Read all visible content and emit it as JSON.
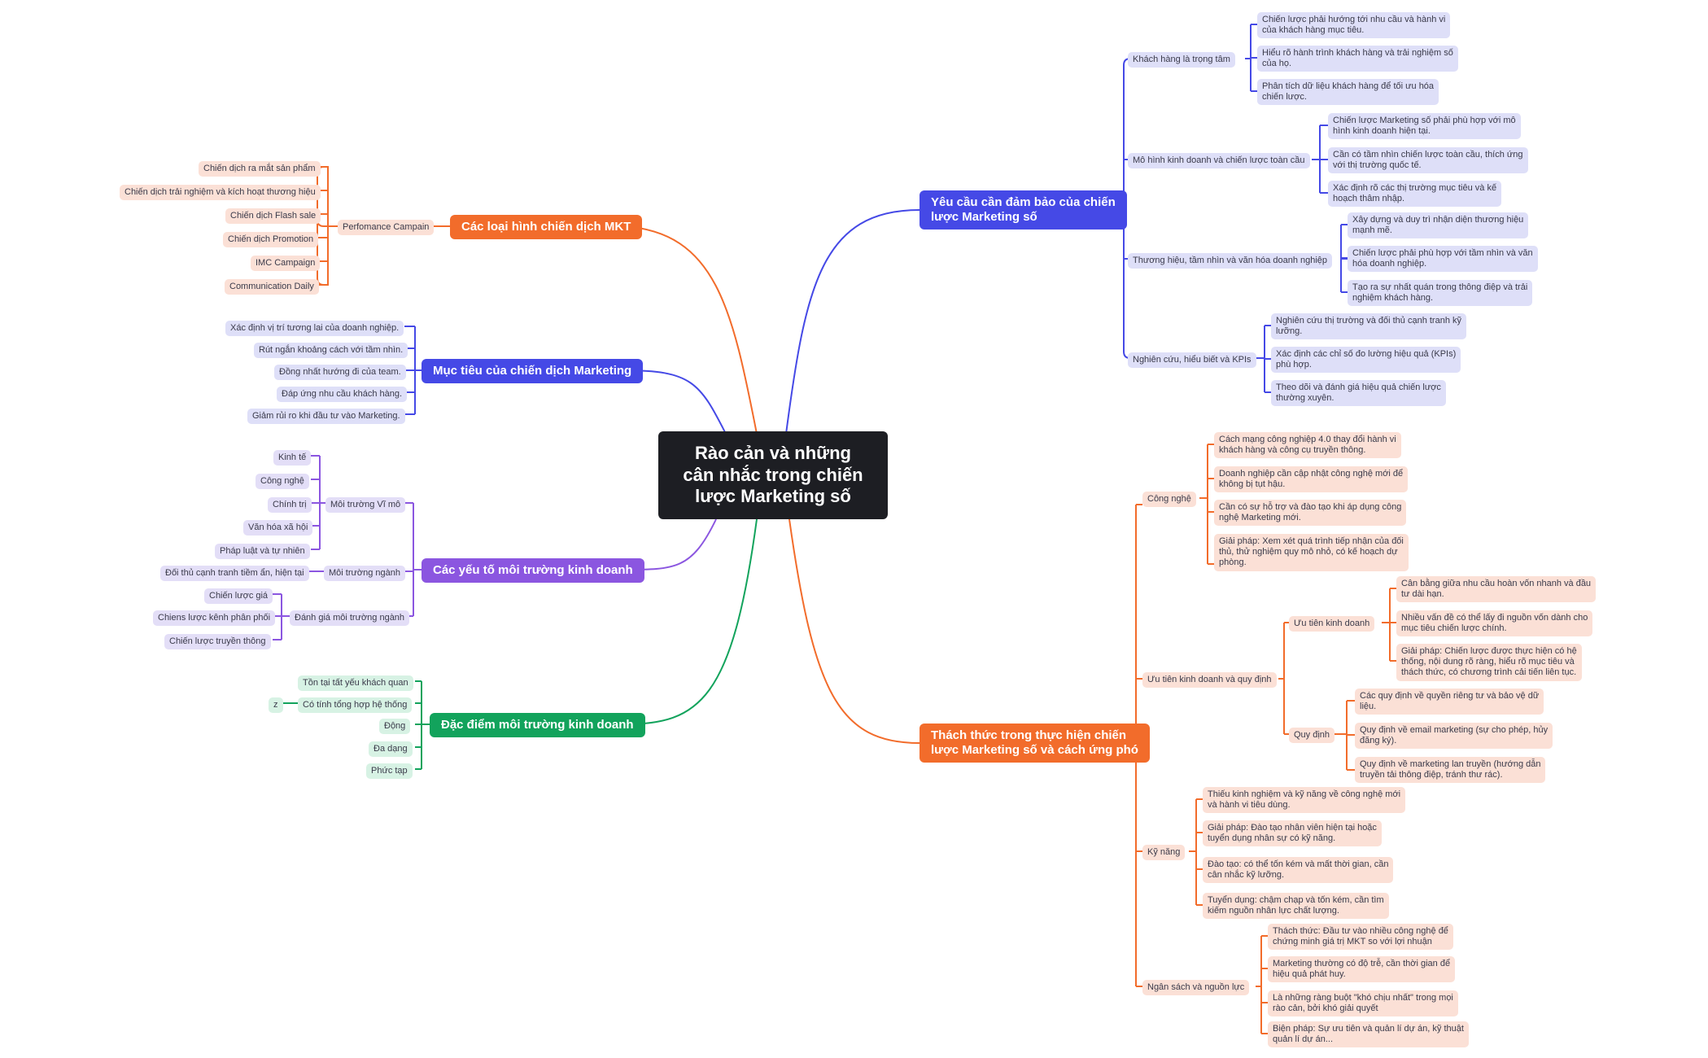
{
  "center_title": "Rào cản và những\ncân nhắc trong chiến\nlược Marketing số",
  "colors": {
    "orange": "#f26c2b",
    "blue": "#4549e6",
    "purple": "#8b56e0",
    "green": "#12a35c"
  },
  "left": {
    "campaign_types": {
      "title": "Các loại hình chiến dịch MKT",
      "sub": "Perfomance Campain",
      "items": [
        "Chiến dịch ra mắt sản phẩm",
        "Chiến dịch trải nghiệm và kích hoạt thương hiệu",
        "Chiến dịch Flash sale",
        "Chiến dịch Promotion",
        "IMC Campaign",
        "Communication Daily"
      ]
    },
    "campaign_goals": {
      "title": "Mục tiêu của chiến dịch Marketing",
      "items": [
        "Xác định vị trí tương lai của doanh nghiệp.",
        "Rút ngắn khoảng cách với tầm nhìn.",
        "Đồng nhất hướng đi của team.",
        "Đáp ứng nhu cầu khách hàng.",
        "Giảm rủi ro khi đầu tư vào Marketing."
      ]
    },
    "env_factors": {
      "title": "Các yếu tố môi trường kinh doanh",
      "macro": {
        "label": "Môi trường Vĩ mô",
        "items": [
          "Kinh tế",
          "Công nghệ",
          "Chính trị",
          "Văn hóa xã hội",
          "Pháp luật và tự nhiên"
        ]
      },
      "industry": {
        "label": "Môi trường ngành",
        "items": [
          "Đối thủ cạnh tranh tiềm ẩn, hiện tại"
        ]
      },
      "assess": {
        "label": "Đánh giá môi trường ngành",
        "items": [
          "Chiến lược giá",
          "Chiens lược kênh phân phối",
          "Chiến lược truyền thông"
        ]
      }
    },
    "env_traits": {
      "title": "Đặc điểm môi trường kinh doanh",
      "items": [
        "Tồn tại tất yếu khách quan",
        "Có tính tổng hợp hệ thống",
        "Động",
        "Đa dạng",
        "Phức tạp"
      ],
      "extra": "z"
    }
  },
  "right": {
    "requirements": {
      "title": "Yêu cầu cần đảm bảo của chiến\nlược Marketing số",
      "groups": [
        {
          "label": "Khách hàng là trọng tâm",
          "items": [
            "Chiến lược phải hướng tới nhu cầu và hành vi\ncủa khách hàng mục tiêu.",
            "Hiểu rõ hành trình khách hàng và trải nghiệm số\ncủa họ.",
            "Phân tích dữ liệu khách hàng để tối ưu hóa\nchiến lược."
          ]
        },
        {
          "label": "Mô hình kinh doanh và chiến lược toàn cầu",
          "items": [
            "Chiến lược Marketing số phải phù hợp với mô\nhình kinh doanh hiện tại.",
            "Cần có tầm nhìn chiến lược toàn cầu, thích ứng\nvới thị trường quốc tế.",
            "Xác định rõ các thị trường mục tiêu và kế\nhoạch thâm nhập."
          ]
        },
        {
          "label": "Thương hiệu, tầm nhìn và văn hóa doanh nghiệp",
          "items": [
            "Xây dựng và duy trì nhận diện thương hiệu\nmạnh mẽ.",
            "Chiến lược phải phù hợp với tầm nhìn và văn\nhóa doanh nghiệp.",
            "Tạo ra sự nhất quán trong thông điệp và trải\nnghiệm khách hàng."
          ]
        },
        {
          "label": "Nghiên cứu, hiểu biết và KPIs",
          "items": [
            "Nghiên cứu thị trường và đối thủ cạnh tranh kỹ\nlưỡng.",
            "Xác định các chỉ số đo lường hiệu quả (KPIs)\nphù hợp.",
            "Theo dõi và đánh giá hiệu quả chiến lược\nthường xuyên."
          ]
        }
      ]
    },
    "challenges": {
      "title": "Thách thức trong thực hiện chiến\nlược Marketing số và cách ứng phó",
      "tech": {
        "label": "Công nghệ",
        "items": [
          "Cách mạng công nghiệp 4.0 thay đổi hành vi\nkhách hàng và công cụ truyền thông.",
          "Doanh nghiệp cần cập nhật công nghệ mới để\nkhông bị tụt hậu.",
          "Cần có sự hỗ trợ và đào tạo khi áp dụng công\nnghệ Marketing mới.",
          "Giải pháp: Xem xét quá trình tiếp nhận của đối\nthủ, thử nghiệm quy mô nhỏ, có kế hoạch dự\nphòng."
        ]
      },
      "priority": {
        "label": "Ưu tiên kinh doanh và quy định",
        "biz": {
          "label": "Ưu tiên kinh doanh",
          "items": [
            "Cân bằng giữa nhu cầu hoàn vốn nhanh và đầu\ntư dài hạn.",
            "Nhiều vấn đề có thể lấy đi nguồn vốn dành cho\nmục tiêu chiến lược chính.",
            "Giải pháp: Chiến lược được thực hiện có hệ\nthống, nội dung rõ ràng, hiểu rõ mục tiêu và\nthách thức, có chương trình cải tiến liên tục."
          ]
        },
        "reg": {
          "label": "Quy định",
          "items": [
            "Các quy định về quyền riêng tư và bảo vệ dữ\nliệu.",
            "Quy định về email marketing (sự cho phép, hủy\nđăng ký).",
            "Quy định về marketing lan truyền (hướng dẫn\ntruyền tải thông điệp, tránh thư rác)."
          ]
        }
      },
      "skills": {
        "label": "Kỹ năng",
        "items": [
          "Thiếu kinh nghiệm và kỹ năng về công nghệ mới\nvà hành vi tiêu dùng.",
          "Giải pháp: Đào tạo nhân viên hiện tại hoặc\ntuyển dụng nhân sự có kỹ năng.",
          "Đào tạo: có thể tốn kém và mất thời gian, cần\ncân nhắc kỹ lưỡng.",
          "Tuyển dụng: chậm chạp và tốn kém, cần tìm\nkiếm nguồn nhân lực chất lượng."
        ]
      },
      "budget": {
        "label": "Ngân sách và nguồn lực",
        "items": [
          "Thách thức: Đầu tư vào nhiều công nghệ để\nchứng minh giá trị MKT so với lợi nhuận",
          "Marketing thường có độ trễ, cần thời gian để\nhiệu quả phát huy.",
          "Là những ràng buột \"khó chịu nhất\" trong mọi\nrào cản, bởi khó giải quyết",
          "Biện pháp: Sự ưu tiên và quản lí dự án, kỹ thuật\nquản lí dự án..."
        ]
      }
    }
  }
}
